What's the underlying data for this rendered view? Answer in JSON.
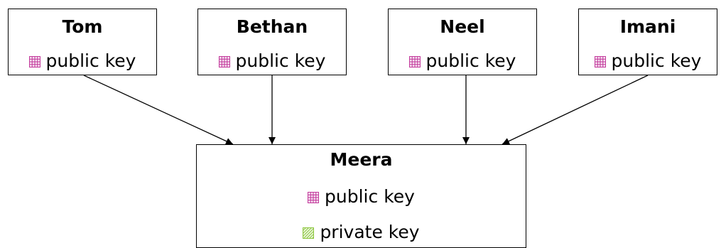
{
  "nodes": {
    "tom": {
      "name": "Tom",
      "keys": [
        "public key"
      ]
    },
    "bethan": {
      "name": "Bethan",
      "keys": [
        "public key"
      ]
    },
    "neel": {
      "name": "Neel",
      "keys": [
        "public key"
      ]
    },
    "imani": {
      "name": "Imani",
      "keys": [
        "public key"
      ]
    },
    "meera": {
      "name": "Meera",
      "keys": [
        "public key",
        "private key"
      ]
    }
  },
  "key_styles": {
    "public": {
      "icon": "grid-square-icon",
      "color": "#c2389b"
    },
    "private": {
      "icon": "hatched-square-icon",
      "color": "#8cc63e"
    }
  },
  "edges": [
    {
      "from": "Tom",
      "to": "Meera"
    },
    {
      "from": "Bethan",
      "to": "Meera"
    },
    {
      "from": "Neel",
      "to": "Meera"
    },
    {
      "from": "Imani",
      "to": "Meera"
    }
  ]
}
